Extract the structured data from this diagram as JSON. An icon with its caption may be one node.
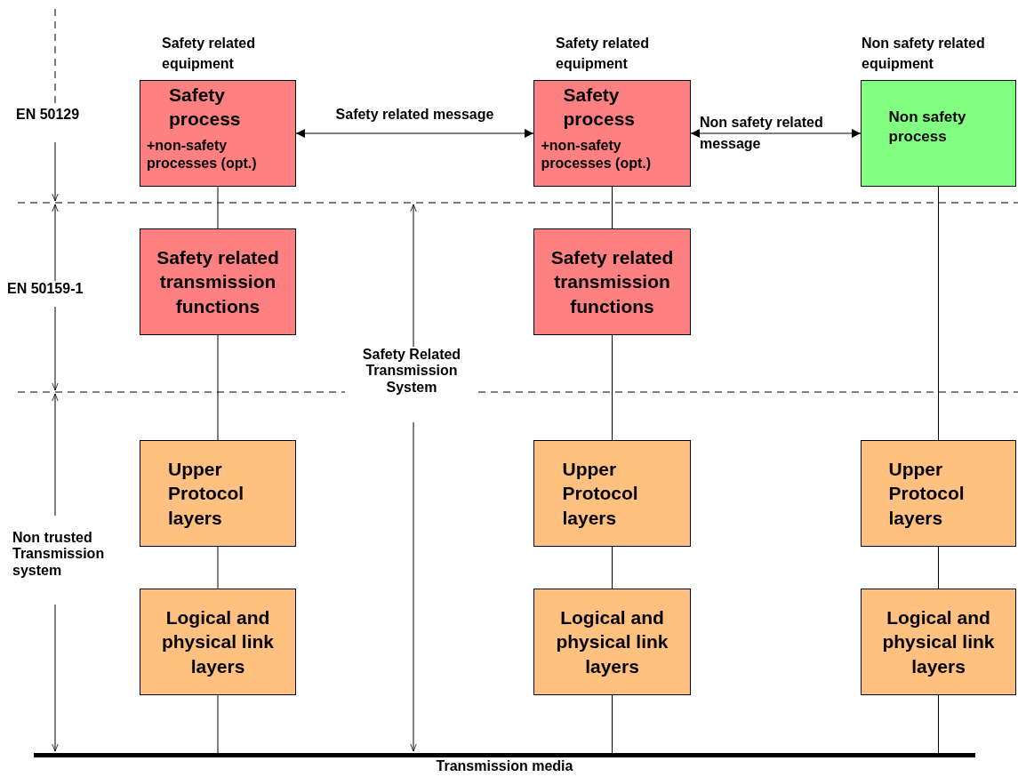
{
  "diagram": {
    "nodes": [
      {
        "text": [
          "Safety process",
          "+non-safety processes (opt.)"
        ],
        "beside": [
          "Safety related equipment"
        ]
      },
      {
        "text": [
          "Safety related transmission functions"
        ]
      },
      {
        "text": [
          "Upper Protocol layers"
        ]
      },
      {
        "text": [
          "Logical and physical link layers"
        ]
      },
      {
        "text": [
          "Safety process",
          "+non-safety processes (opt.)"
        ],
        "beside": [
          "Safety related equipment"
        ]
      },
      {
        "text": [
          "Safety related transmission functions"
        ]
      },
      {
        "text": [
          "Upper Protocol layers"
        ]
      },
      {
        "text": [
          "Logical and physical link layers"
        ]
      },
      {
        "text": [
          "Non safety process"
        ],
        "beside": [
          "Non safety related equipment"
        ]
      },
      {
        "text": [
          "Upper Protocol layers"
        ]
      },
      {
        "text": [
          "Logical and physical link layers"
        ]
      },
      {
        "text": [
          "Transmission media"
        ]
      }
    ],
    "edges": [
      {
        "from": 0,
        "to": 4,
        "arrow": "both",
        "label": "Safety related message"
      },
      {
        "from": 4,
        "to": 8,
        "arrow": "both",
        "label": "Non safety related message"
      },
      {
        "from": 0,
        "to": 1,
        "arrow": "none"
      },
      {
        "from": 1,
        "to": 2,
        "arrow": "none"
      },
      {
        "from": 2,
        "to": 3,
        "arrow": "none"
      },
      {
        "from": 3,
        "to": 11,
        "arrow": "none"
      },
      {
        "from": 4,
        "to": 5,
        "arrow": "none"
      },
      {
        "from": 5,
        "to": 6,
        "arrow": "none"
      },
      {
        "from": 6,
        "to": 7,
        "arrow": "none"
      },
      {
        "from": 7,
        "to": 11,
        "arrow": "none"
      },
      {
        "from": 8,
        "to": 9,
        "arrow": "none"
      },
      {
        "from": 9,
        "to": 10,
        "arrow": "none"
      },
      {
        "from": 10,
        "to": 11,
        "arrow": "none"
      }
    ],
    "labels": [
      "EN 50129",
      "EN 50159-1",
      "Safety Related Transmission System",
      "Non trusted Transmission system"
    ]
  }
}
